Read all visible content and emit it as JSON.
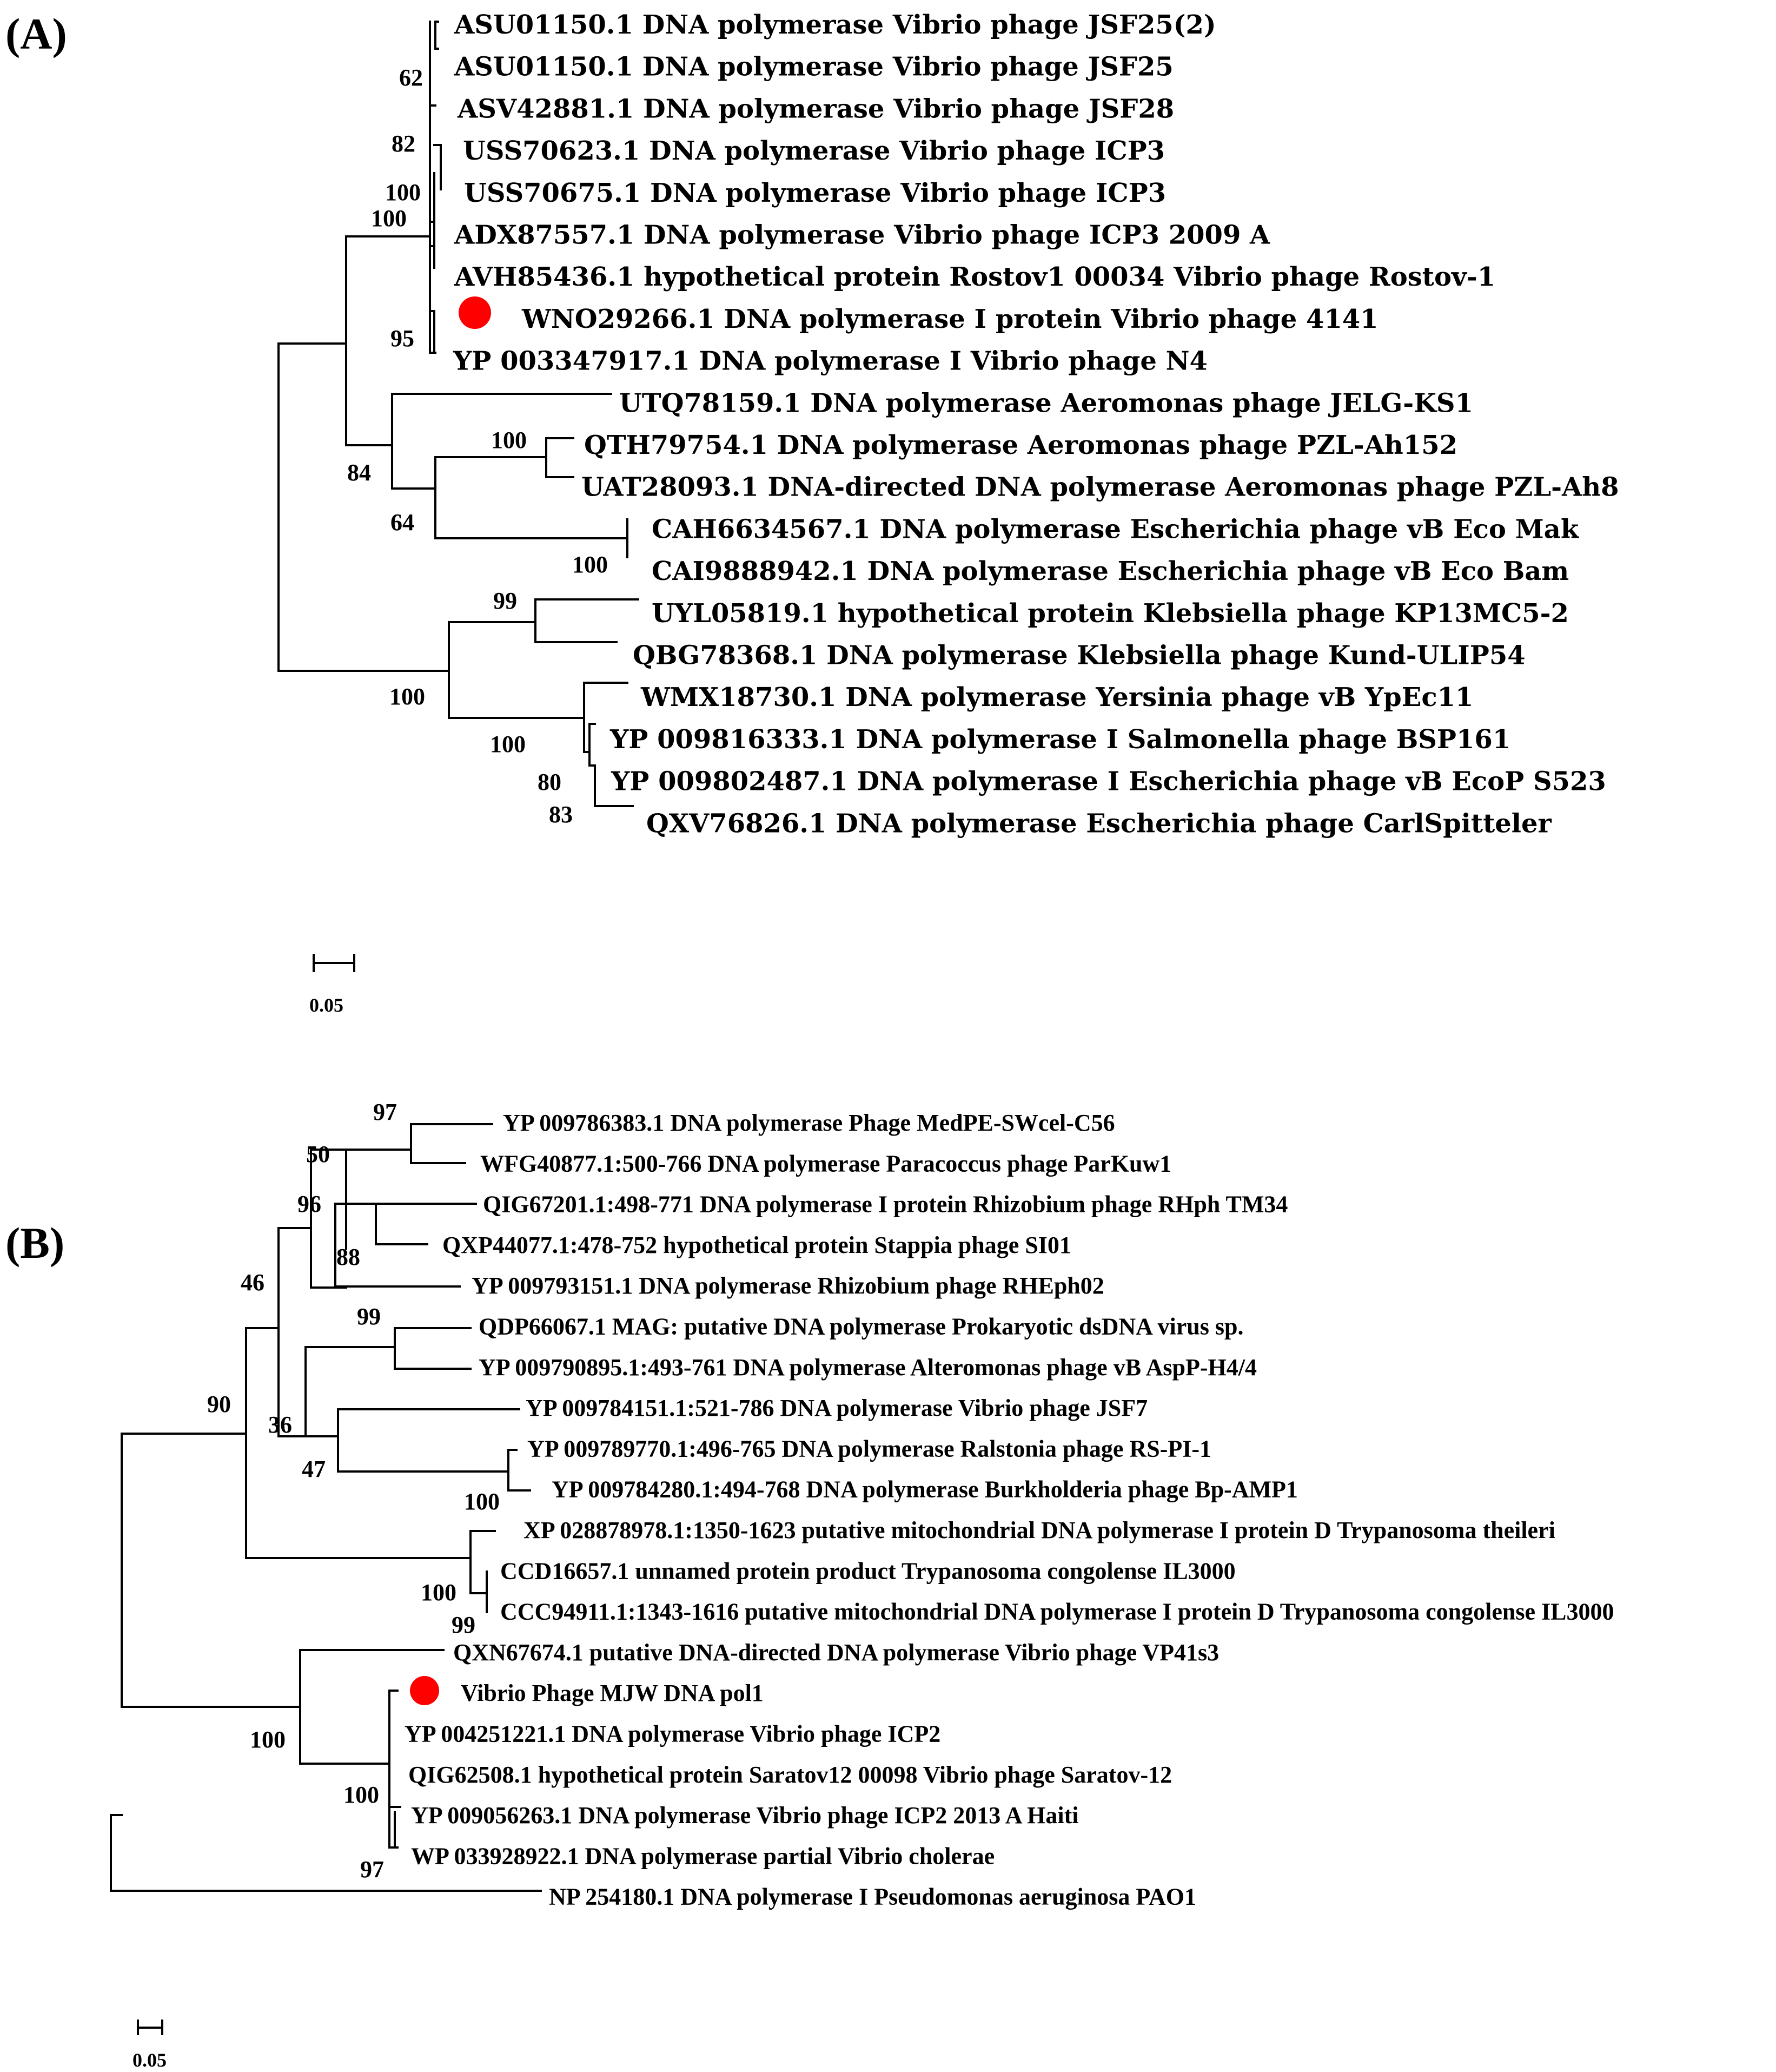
{
  "panels": [
    {
      "label": "(A)",
      "highlight_color": "#ff0000",
      "scale_bar": "0.05",
      "leaves": [
        {
          "label": "ASU01150.1 DNA polymerase Vibrio phage JSF25(2)"
        },
        {
          "label": "ASU01150.1 DNA polymerase Vibrio phage JSF25"
        },
        {
          "label": "ASV42881.1 DNA polymerase Vibrio phage JSF28"
        },
        {
          "label": "USS70623.1 DNA polymerase Vibrio phage ICP3"
        },
        {
          "label": "USS70675.1 DNA polymerase Vibrio phage ICP3"
        },
        {
          "label": "ADX87557.1 DNA polymerase Vibrio phage ICP3 2009 A"
        },
        {
          "label": "AVH85436.1 hypothetical protein Rostov1 00034 Vibrio phage Rostov-1"
        },
        {
          "label": "WNO29266.1 DNA polymerase I protein Vibrio phage 4141",
          "highlighted": true
        },
        {
          "label": "YP 003347917.1 DNA polymerase I Vibrio phage N4"
        },
        {
          "label": "UTQ78159.1 DNA polymerase Aeromonas phage JELG-KS1"
        },
        {
          "label": "QTH79754.1 DNA polymerase Aeromonas phage PZL-Ah152"
        },
        {
          "label": "UAT28093.1 DNA-directed DNA polymerase Aeromonas phage PZL-Ah8"
        },
        {
          "label": "CAH6634567.1 DNA polymerase Escherichia phage vB Eco Mak"
        },
        {
          "label": "CAI9888942.1 DNA polymerase Escherichia phage vB Eco Bam"
        },
        {
          "label": "UYL05819.1 hypothetical protein Klebsiella phage KP13MC5-2"
        },
        {
          "label": "QBG78368.1 DNA polymerase Klebsiella phage Kund-ULIP54"
        },
        {
          "label": "WMX18730.1 DNA polymerase Yersinia phage vB YpEc11"
        },
        {
          "label": "YP 009816333.1 DNA polymerase I Salmonella phage BSP161"
        },
        {
          "label": "YP 009802487.1 DNA polymerase I Escherichia phage vB EcoP S523"
        },
        {
          "label": "QXV76826.1 DNA polymerase Escherichia phage CarlSpitteler"
        }
      ],
      "bootstraps": [
        "62",
        "82",
        "100",
        "100",
        "95",
        "84",
        "100",
        "64",
        "100",
        "99",
        "100",
        "100",
        "80",
        "83"
      ]
    },
    {
      "label": "(B)",
      "highlight_color": "#ff0000",
      "scale_bar": "0.05",
      "leaves": [
        {
          "label": "YP 009786383.1 DNA polymerase Phage MedPE-SWcel-C56"
        },
        {
          "label": "WFG40877.1:500-766 DNA polymerase Paracoccus phage ParKuw1"
        },
        {
          "label": "QIG67201.1:498-771 DNA polymerase I protein Rhizobium phage RHph TM34"
        },
        {
          "label": "QXP44077.1:478-752 hypothetical protein Stappia phage SI01"
        },
        {
          "label": "YP 009793151.1 DNA polymerase Rhizobium phage RHEph02"
        },
        {
          "label": "QDP66067.1 MAG: putative DNA polymerase Prokaryotic dsDNA virus sp."
        },
        {
          "label": "YP 009790895.1:493-761 DNA polymerase Alteromonas phage vB AspP-H4/4"
        },
        {
          "label": "YP 009784151.1:521-786 DNA polymerase Vibrio phage JSF7"
        },
        {
          "label": "YP 009789770.1:496-765 DNA polymerase Ralstonia phage RS-PI-1"
        },
        {
          "label": "YP 009784280.1:494-768 DNA polymerase Burkholderia phage Bp-AMP1"
        },
        {
          "label": "XP 028878978.1:1350-1623 putative mitochondrial DNA polymerase I protein D Trypanosoma theileri"
        },
        {
          "label": "CCD16657.1 unnamed protein product Trypanosoma congolense IL3000"
        },
        {
          "label": "CCC94911.1:1343-1616 putative mitochondrial DNA polymerase I protein D Trypanosoma congolense IL3000"
        },
        {
          "label": "QXN67674.1 putative DNA-directed DNA polymerase Vibrio phage VP41s3"
        },
        {
          "label": "Vibrio Phage MJW DNA pol1",
          "highlighted": true
        },
        {
          "label": "YP 004251221.1 DNA polymerase Vibrio phage ICP2"
        },
        {
          "label": "QIG62508.1 hypothetical protein Saratov12 00098 Vibrio phage Saratov-12"
        },
        {
          "label": "YP 009056263.1 DNA polymerase Vibrio phage ICP2 2013 A Haiti"
        },
        {
          "label": "WP 033928922.1 DNA polymerase partial Vibrio cholerae"
        },
        {
          "label": "NP 254180.1 DNA polymerase I Pseudomonas aeruginosa PAO1"
        }
      ],
      "bootstraps": [
        "97",
        "50",
        "96",
        "88",
        "46",
        "99",
        "90",
        "36",
        "47",
        "100",
        "100",
        "99",
        "100",
        "100",
        "97"
      ]
    }
  ]
}
